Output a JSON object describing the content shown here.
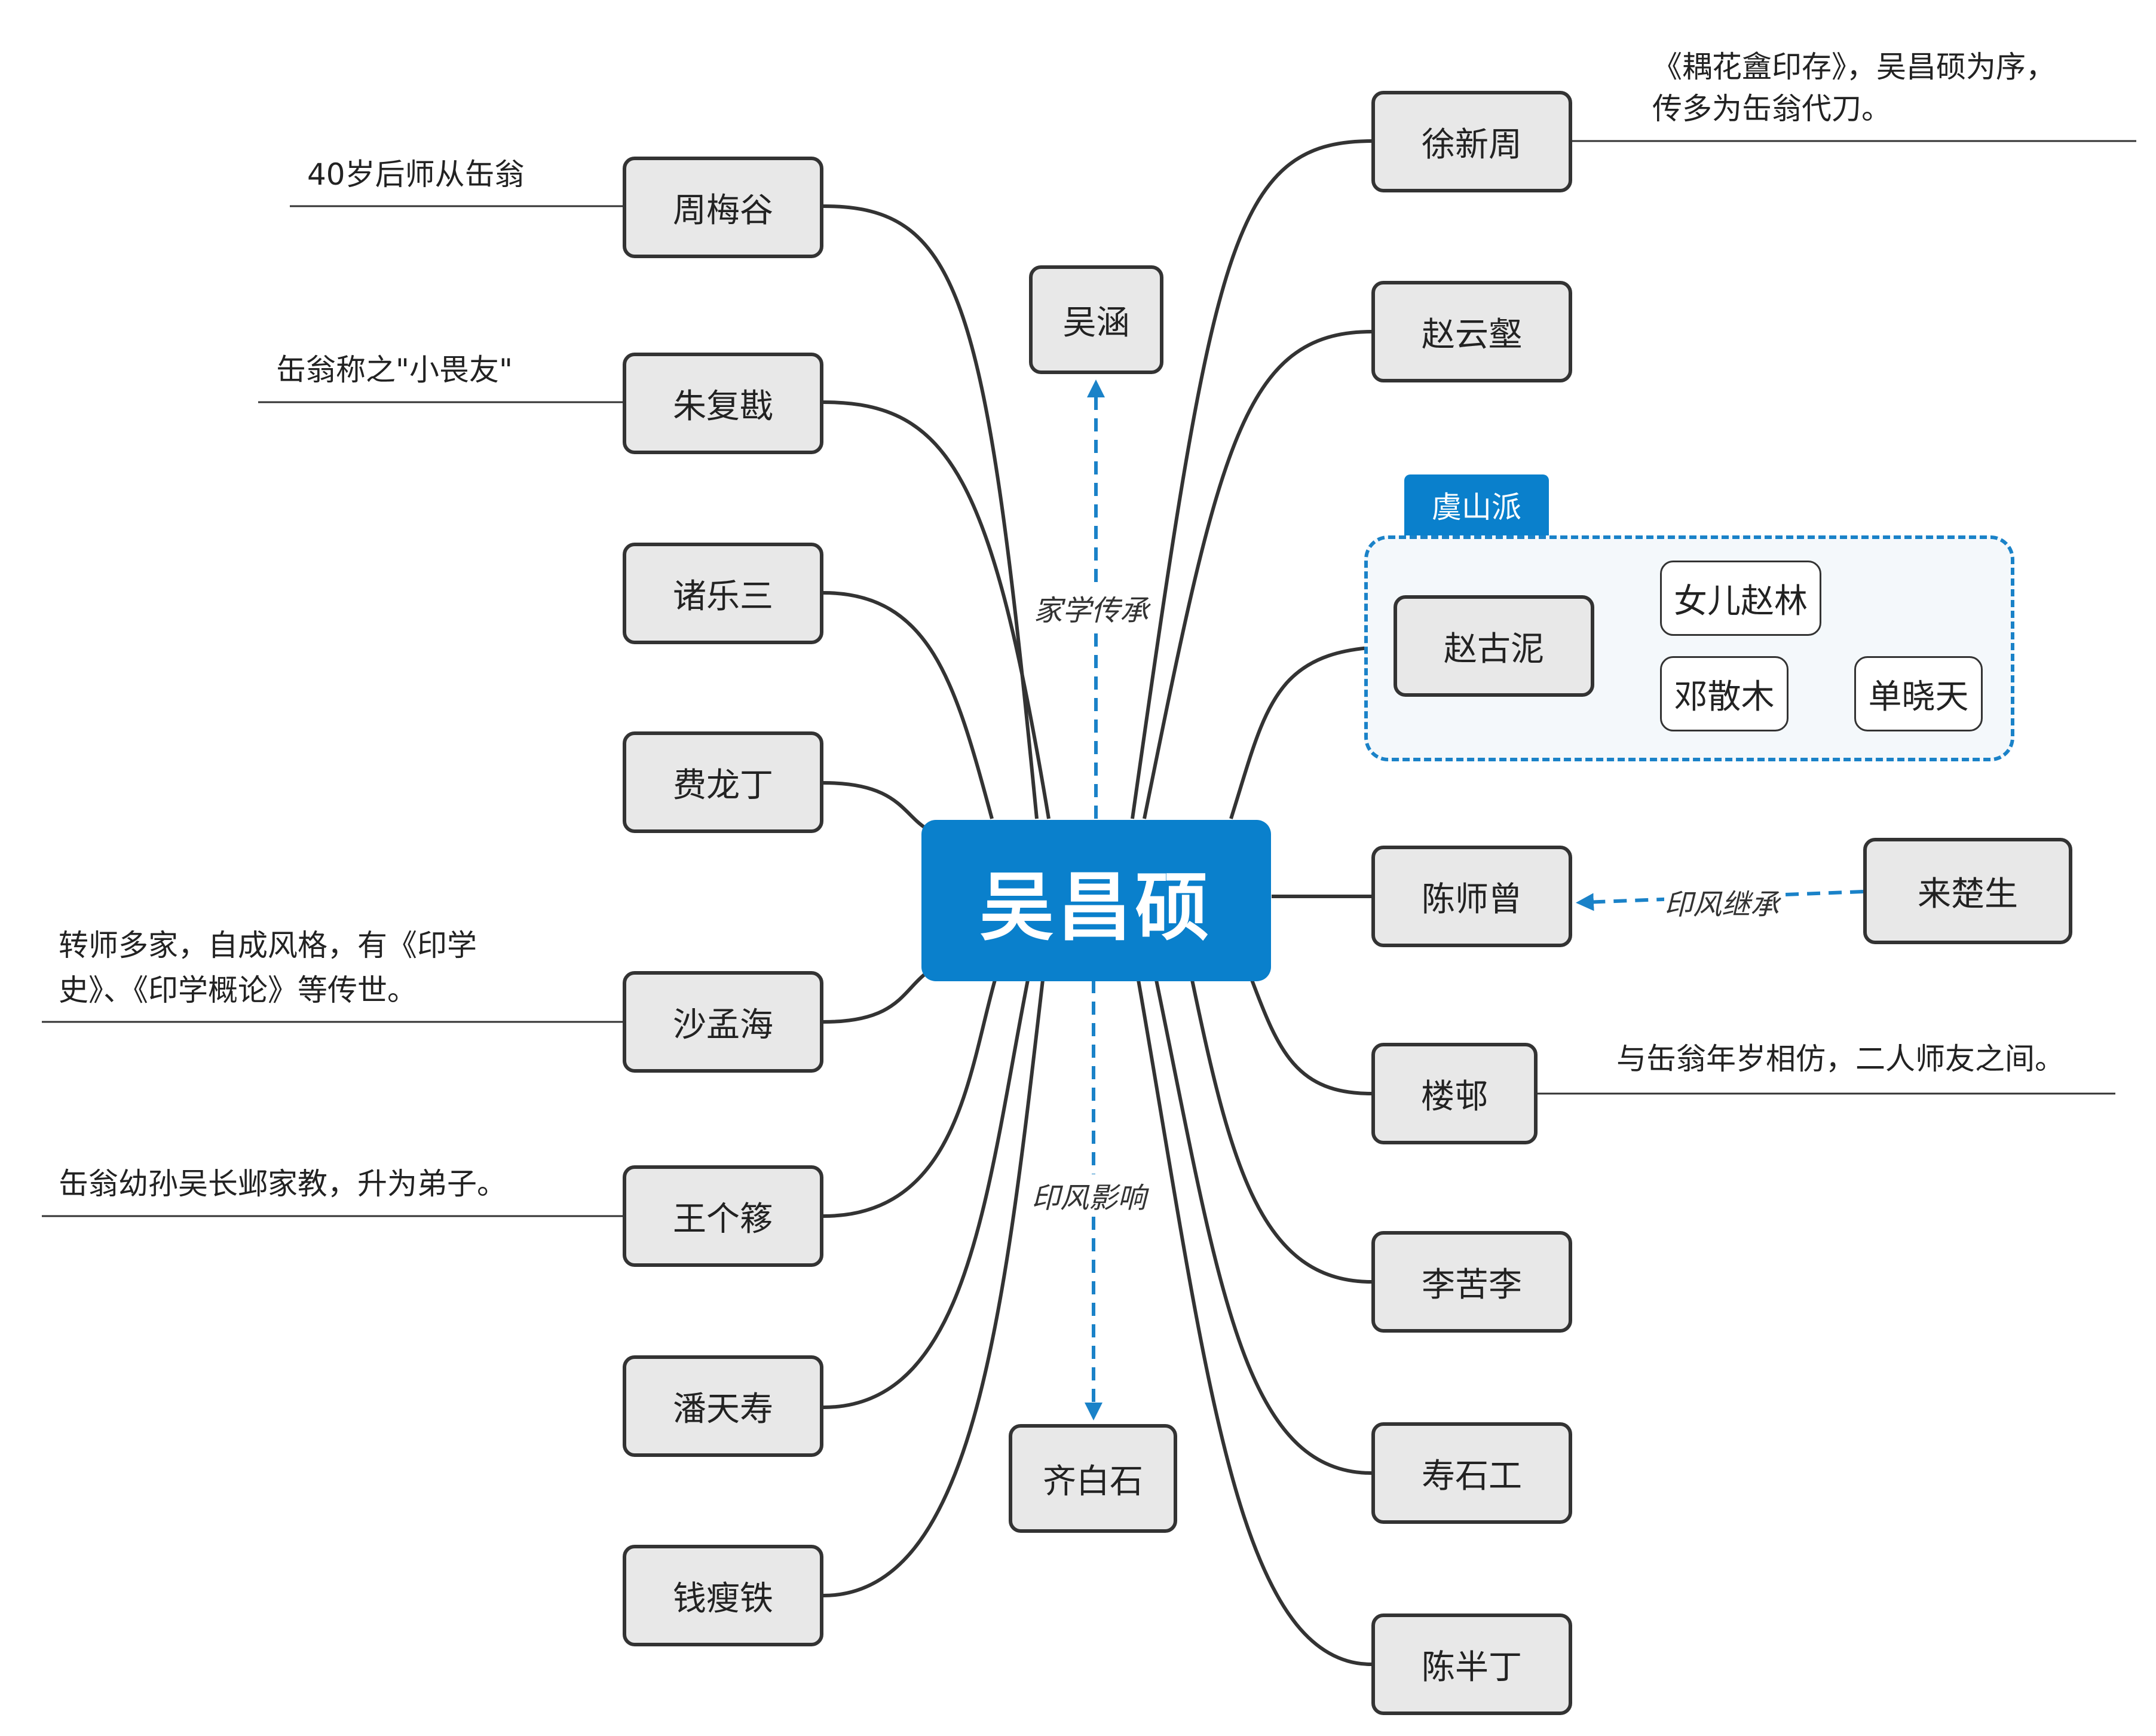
{
  "center": "吴昌硕",
  "colors": {
    "accent": "#0a80cc",
    "line": "#333333",
    "node_fill": "#e8e8e8",
    "dashed": "#1a82c8"
  },
  "left_nodes": [
    {
      "name": "周梅谷",
      "note": "40岁后师从缶翁"
    },
    {
      "name": "朱复戡",
      "note": "缶翁称之\"小畏友\""
    },
    {
      "name": "诸乐三",
      "note": ""
    },
    {
      "name": "费龙丁",
      "note": ""
    },
    {
      "name": "沙孟海",
      "note_lines": [
        "转师多家，自成风格，有《印学",
        "史》、《印学概论》等传世。"
      ]
    },
    {
      "name": "王个簃",
      "note": "缶翁幼孙吴长邺家教，升为弟子。"
    },
    {
      "name": "潘天寿",
      "note": ""
    },
    {
      "name": "钱瘦铁",
      "note": ""
    }
  ],
  "right_nodes": [
    {
      "name": "徐新周",
      "note_lines": [
        "《耦花盦印存》，吴昌硕为序，",
        "传多为缶翁代刀。"
      ]
    },
    {
      "name": "赵云壑",
      "note": ""
    },
    {
      "name": "赵古泥",
      "note": ""
    },
    {
      "name": "陈师曾",
      "note": ""
    },
    {
      "name": "楼邨",
      "note": "与缶翁年岁相仿，二人师友之间。"
    },
    {
      "name": "李苦李",
      "note": ""
    },
    {
      "name": "寿石工",
      "note": ""
    },
    {
      "name": "陈半丁",
      "note": ""
    }
  ],
  "top_node": "吴涵",
  "top_relation": "家学传承",
  "bottom_node": "齐白石",
  "bottom_relation": "印风影响",
  "group": {
    "title": "虞山派",
    "children": [
      "女儿赵林",
      "邓散木"
    ],
    "grandchild": "单晓天"
  },
  "side_node": "来楚生",
  "side_relation": "印风继承"
}
